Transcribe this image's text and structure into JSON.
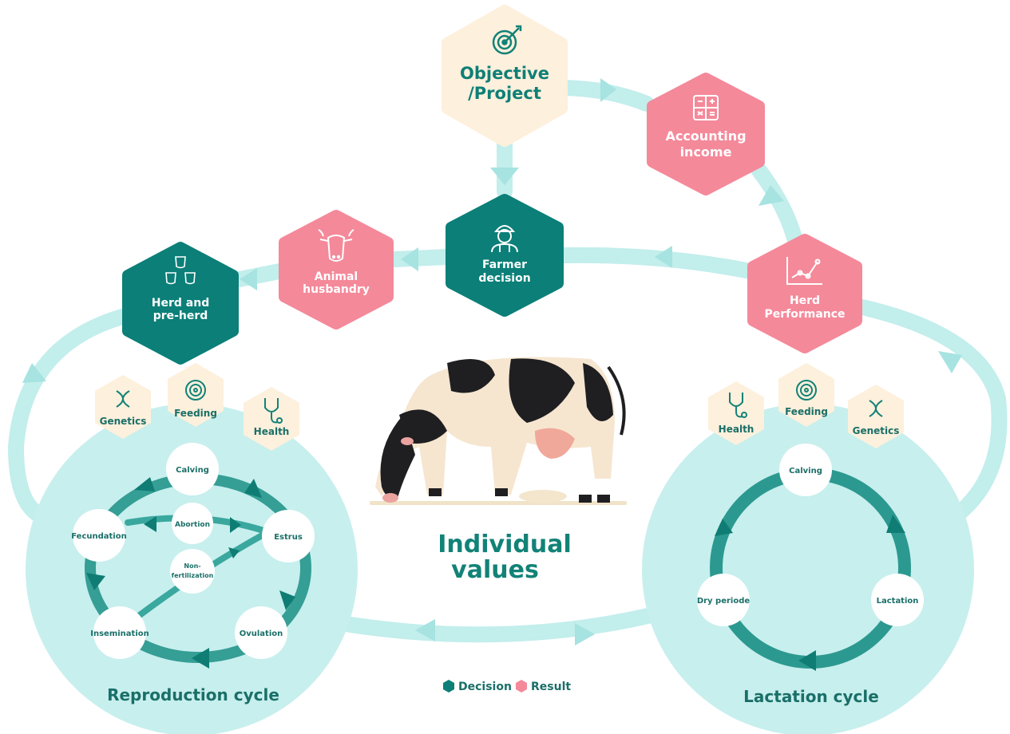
{
  "colors": {
    "decision": "#0b7f78",
    "result": "#f4899a",
    "objective": "#fdf0dc",
    "light_teal": "#c7efee",
    "arrow_teal": "#b9eceb",
    "dark_teal_arrow": "#188a80",
    "small_hex": "#fdf0dc"
  },
  "objective": {
    "line1": "Objective",
    "line2": "/Project",
    "icon": "target-icon"
  },
  "accounting": {
    "line1": "Accounting",
    "line2": "income",
    "icon": "calculator-icon"
  },
  "farmer": {
    "line1": "Farmer",
    "line2": "decision",
    "icon": "farmer-icon"
  },
  "animal": {
    "line1": "Animal",
    "line2": "husbandry",
    "icon": "cow-head-icon"
  },
  "herd": {
    "line1": "Herd and",
    "line2": "pre-herd",
    "icon": "herd-icon"
  },
  "performance": {
    "line1": "Herd",
    "line2": "Performance",
    "icon": "line-chart-icon"
  },
  "center": {
    "line1": "Individual",
    "line2": "values"
  },
  "reproduction": {
    "title": "Reproduction cycle",
    "factors": [
      {
        "label": "Genetics",
        "icon": "dna-icon"
      },
      {
        "label": "Feeding",
        "icon": "hay-bale-icon"
      },
      {
        "label": "Health",
        "icon": "stethoscope-icon"
      }
    ],
    "nodes": {
      "calving": "Calving",
      "estrus": "Estrus",
      "ovulation": "Ovulation",
      "insemination": "Insemination",
      "fecundation": "Fecundation",
      "abortion": "Abortion",
      "nonfert1": "Non-",
      "nonfert2": "fertilization"
    }
  },
  "lactation": {
    "title": "Lactation cycle",
    "factors": [
      {
        "label": "Health",
        "icon": "stethoscope-icon"
      },
      {
        "label": "Feeding",
        "icon": "hay-bale-icon"
      },
      {
        "label": "Genetics",
        "icon": "dna-icon"
      }
    ],
    "nodes": {
      "calving": "Calving",
      "lactation": "Lactation",
      "dry": "Dry periode"
    }
  },
  "legend": {
    "decision": "Decision",
    "result": "Result"
  }
}
